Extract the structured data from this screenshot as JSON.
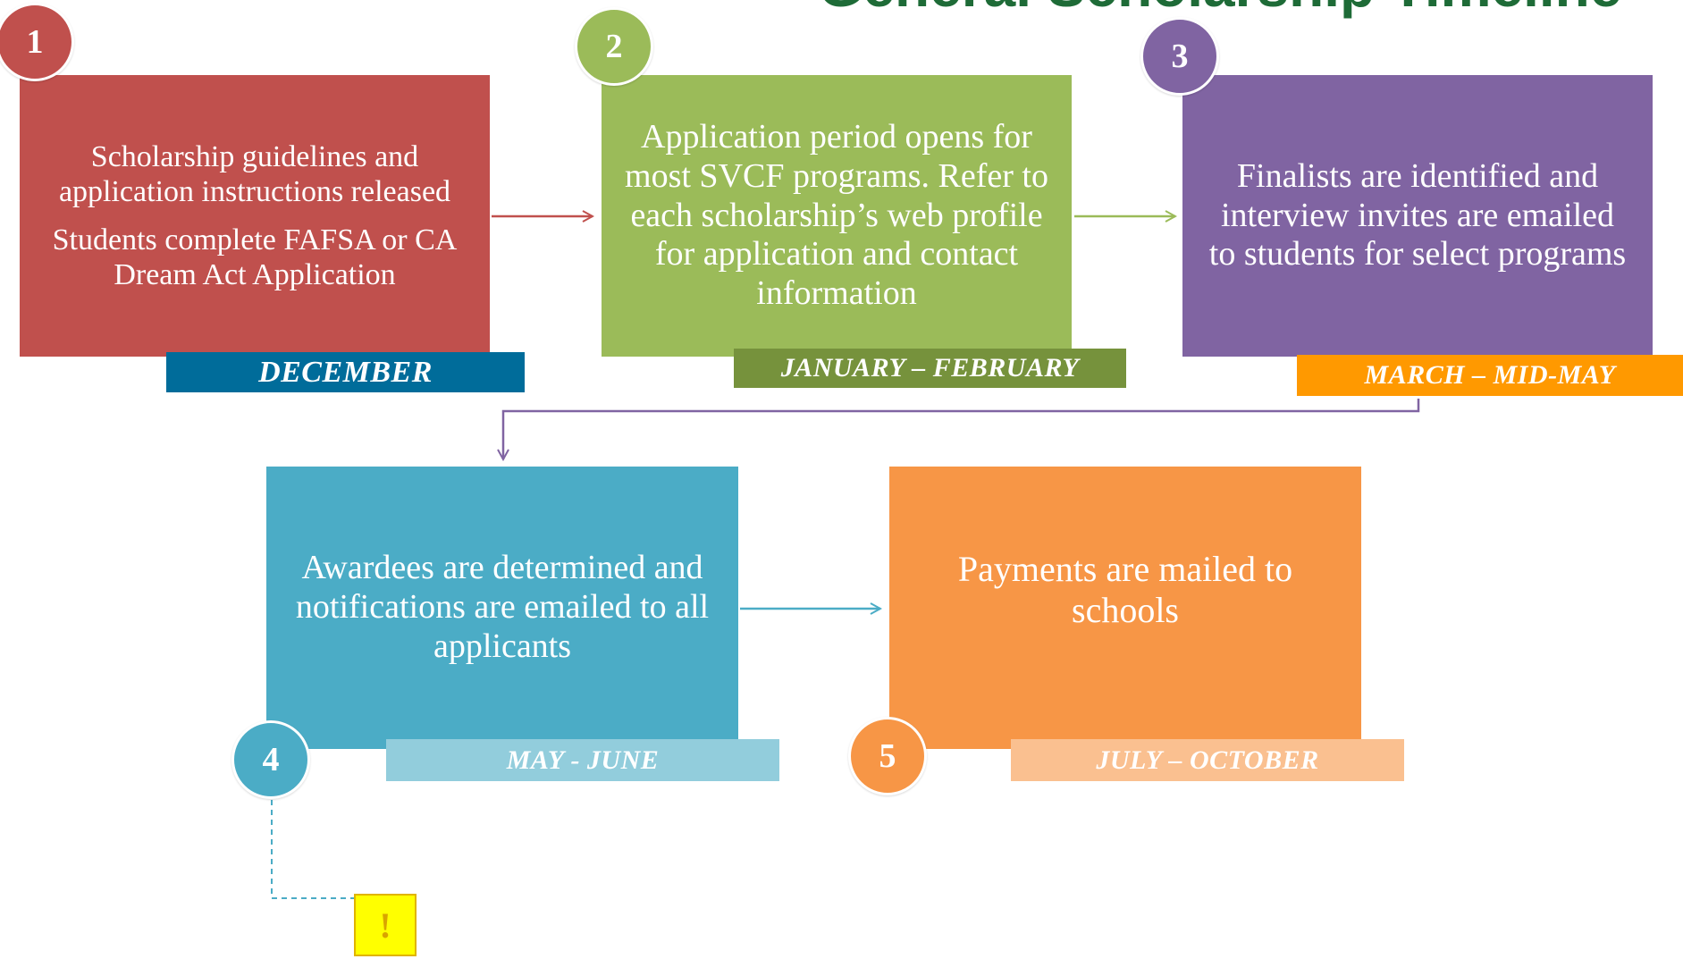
{
  "title": "General Scholarship Timeline",
  "steps": [
    {
      "number": "1",
      "text": [
        "Scholarship guidelines and application instructions released",
        "Students complete FAFSA or CA Dream Act Application"
      ],
      "period": "DECEMBER",
      "box_color": "#c0504d",
      "label_color": "#006c9a",
      "circle_color": "#c0504d"
    },
    {
      "number": "2",
      "text": [
        "Application period opens for most SVCF programs. Refer to each scholarship’s web profile for application and contact information"
      ],
      "period": "JANUARY – FEBRUARY",
      "box_color": "#9bbb59",
      "label_color": "#76923c",
      "circle_color": "#9bbb59"
    },
    {
      "number": "3",
      "text": [
        "Finalists are identified and interview invites are emailed to students for select programs"
      ],
      "period": "MARCH – MID-MAY",
      "box_color": "#8064a2",
      "label_color": "#ff9900",
      "circle_color": "#8064a2"
    },
    {
      "number": "4",
      "text": [
        "Awardees are determined and notifications are emailed to all applicants"
      ],
      "period": "MAY - JUNE",
      "box_color": "#4bacc6",
      "label_color": "#92cddc",
      "circle_color": "#4bacc6"
    },
    {
      "number": "5",
      "text": [
        "Payments are mailed to schools"
      ],
      "period": "JULY – OCTOBER",
      "box_color": "#f79646",
      "label_color": "#fac090",
      "circle_color": "#f79646"
    }
  ],
  "note": {
    "symbol": "!"
  }
}
